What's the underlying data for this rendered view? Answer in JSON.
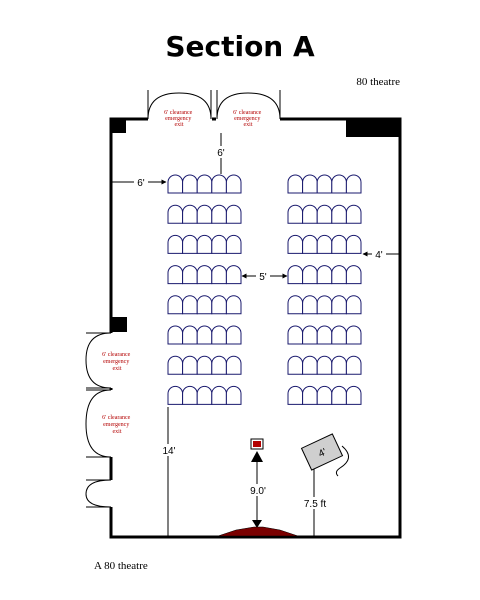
{
  "title": "Section A",
  "subtitle": "80 theatre",
  "footer": "A 80 theatre",
  "exit_label_lines": [
    "6' clearance",
    "emergency",
    "exit"
  ],
  "dims": {
    "top_door": "6'",
    "left_aisle": "6'",
    "center_aisle": "5'",
    "right_aisle": "4'",
    "front_gap": "14'",
    "podium_dist": "9.0'",
    "projector_dist": "7.5 ft",
    "projector_label": "4'"
  },
  "seating": {
    "rows": 8,
    "seats_per_block": 5,
    "blocks": 2
  },
  "colors": {
    "exit_text": "#b30000",
    "stage": "#7a0000",
    "wall": "#000000"
  }
}
